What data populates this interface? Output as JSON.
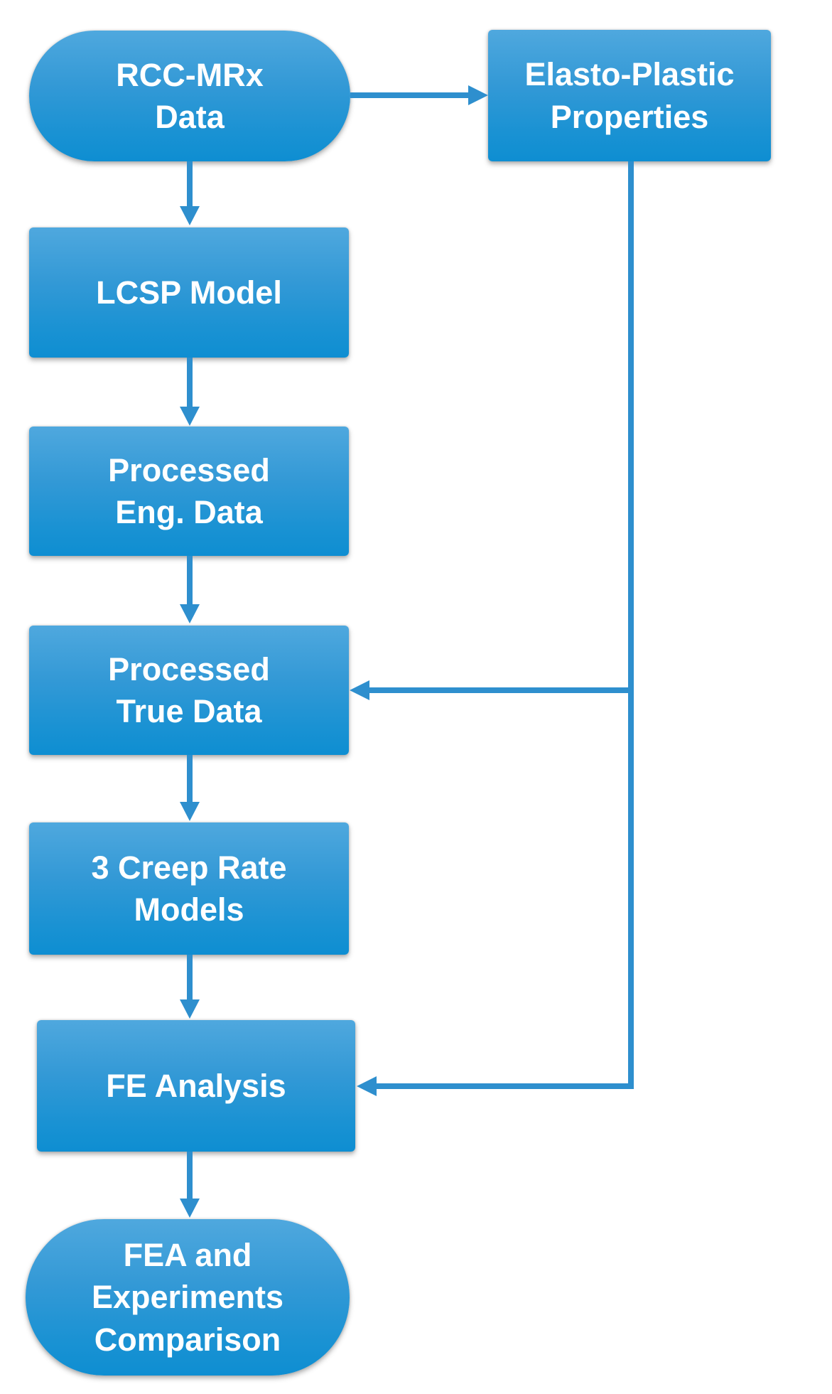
{
  "diagram": {
    "title": "Analysis workflow flowchart",
    "colors": {
      "node_fill_top": "#4fa8de",
      "node_fill_bottom": "#0e8ed2",
      "node_text": "#ffffff",
      "arrow": "#2e8fce",
      "background": "#ffffff"
    },
    "nodes": [
      {
        "id": "rcc-mrx-data",
        "shape": "stadium",
        "label": "RCC-MRx\nData"
      },
      {
        "id": "elasto-plastic-properties",
        "shape": "rectangle",
        "label": "Elasto-Plastic\nProperties"
      },
      {
        "id": "lcsp-model",
        "shape": "rectangle",
        "label": "LCSP Model"
      },
      {
        "id": "processed-eng-data",
        "shape": "rectangle",
        "label": "Processed\nEng. Data"
      },
      {
        "id": "processed-true-data",
        "shape": "rectangle",
        "label": "Processed\nTrue Data"
      },
      {
        "id": "creep-rate-models",
        "shape": "rectangle",
        "label": "3 Creep Rate\nModels"
      },
      {
        "id": "fe-analysis",
        "shape": "rectangle",
        "label": "FE Analysis"
      },
      {
        "id": "fea-experiments-comparison",
        "shape": "stadium",
        "label": "FEA and\nExperiments\nComparison"
      }
    ],
    "edges": [
      {
        "from": "rcc-mrx-data",
        "to": "elasto-plastic-properties"
      },
      {
        "from": "rcc-mrx-data",
        "to": "lcsp-model"
      },
      {
        "from": "lcsp-model",
        "to": "processed-eng-data"
      },
      {
        "from": "processed-eng-data",
        "to": "processed-true-data"
      },
      {
        "from": "processed-true-data",
        "to": "creep-rate-models"
      },
      {
        "from": "creep-rate-models",
        "to": "fe-analysis"
      },
      {
        "from": "fe-analysis",
        "to": "fea-experiments-comparison"
      },
      {
        "from": "elasto-plastic-properties",
        "to": "processed-true-data"
      },
      {
        "from": "elasto-plastic-properties",
        "to": "fe-analysis"
      }
    ]
  }
}
